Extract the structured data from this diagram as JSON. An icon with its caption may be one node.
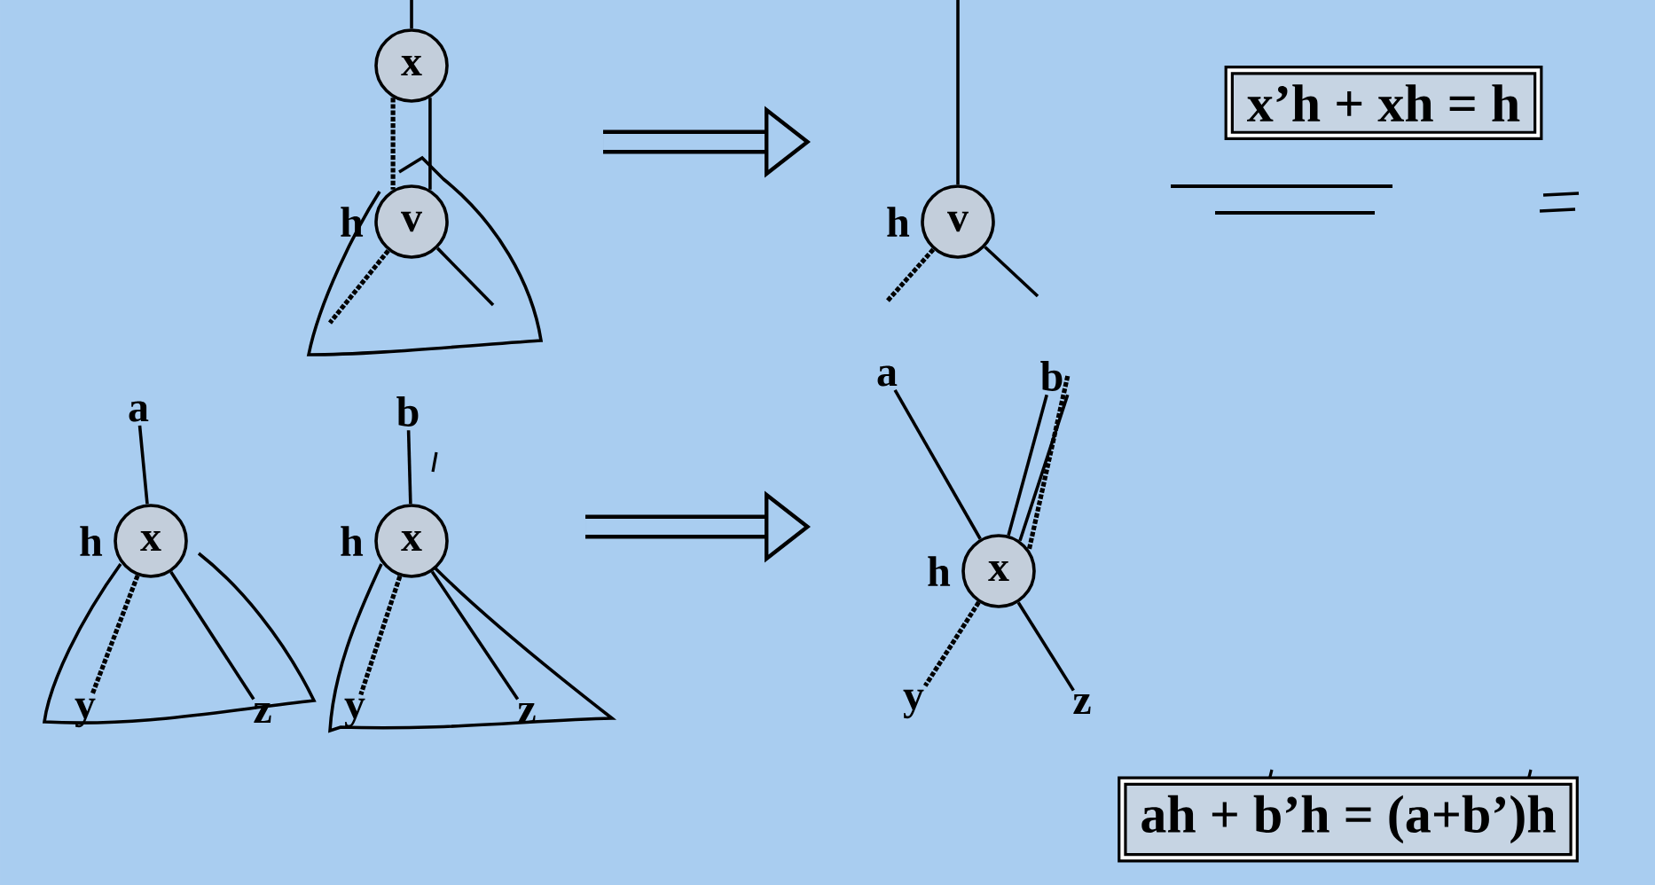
{
  "diagram": {
    "nodes": [
      {
        "text": [
          "x"
        ]
      },
      {
        "text": [
          "v"
        ],
        "beside": [
          "h"
        ]
      },
      {
        "text": [
          "v"
        ],
        "beside": [
          "h"
        ]
      },
      {
        "text": [
          "x’h + xh  =  h"
        ]
      },
      {
        "text": [
          "a"
        ]
      },
      {
        "text": [
          "x"
        ],
        "beside": [
          "h"
        ]
      },
      {
        "text": [
          "y"
        ]
      },
      {
        "text": [
          "z"
        ]
      },
      {
        "text": [
          "b"
        ]
      },
      {
        "text": [
          "x"
        ],
        "beside": [
          "h"
        ]
      },
      {
        "text": [
          "y"
        ]
      },
      {
        "text": [
          "z"
        ]
      },
      {
        "text": [
          "a"
        ]
      },
      {
        "text": [
          "b"
        ]
      },
      {
        "text": [
          "x"
        ],
        "beside": [
          "h"
        ]
      },
      {
        "text": [
          "y"
        ]
      },
      {
        "text": [
          "z"
        ]
      },
      {
        "text": [
          "ah + b’h  =  (a+b’)h"
        ]
      }
    ],
    "edges": [
      {
        "from": null,
        "to": 0,
        "arrow": "none"
      },
      {
        "from": 0,
        "to": 1,
        "arrow": "none",
        "style": "dashed"
      },
      {
        "from": 0,
        "to": 1,
        "arrow": "none"
      },
      {
        "from": 1,
        "to": null,
        "arrow": "none",
        "style": "dashed"
      },
      {
        "from": 1,
        "to": null,
        "arrow": "none"
      },
      {
        "from": null,
        "to": 2,
        "arrow": "none"
      },
      {
        "from": 2,
        "to": null,
        "arrow": "none",
        "style": "dashed"
      },
      {
        "from": 2,
        "to": null,
        "arrow": "none"
      },
      {
        "from": 4,
        "to": 5,
        "arrow": "none"
      },
      {
        "from": 5,
        "to": 6,
        "arrow": "none",
        "style": "dashed"
      },
      {
        "from": 5,
        "to": 7,
        "arrow": "none"
      },
      {
        "from": 8,
        "to": 9,
        "arrow": "none"
      },
      {
        "from": 9,
        "to": 10,
        "arrow": "none",
        "style": "dashed"
      },
      {
        "from": 9,
        "to": 11,
        "arrow": "none"
      },
      {
        "from": 12,
        "to": 14,
        "arrow": "none"
      },
      {
        "from": 13,
        "to": 14,
        "arrow": "none"
      },
      {
        "from": 13,
        "to": 14,
        "arrow": "none"
      },
      {
        "from": 13,
        "to": 14,
        "arrow": "none",
        "style": "dashed"
      },
      {
        "from": 14,
        "to": 15,
        "arrow": "none",
        "style": "dashed"
      },
      {
        "from": 14,
        "to": 16,
        "arrow": "none"
      }
    ]
  }
}
